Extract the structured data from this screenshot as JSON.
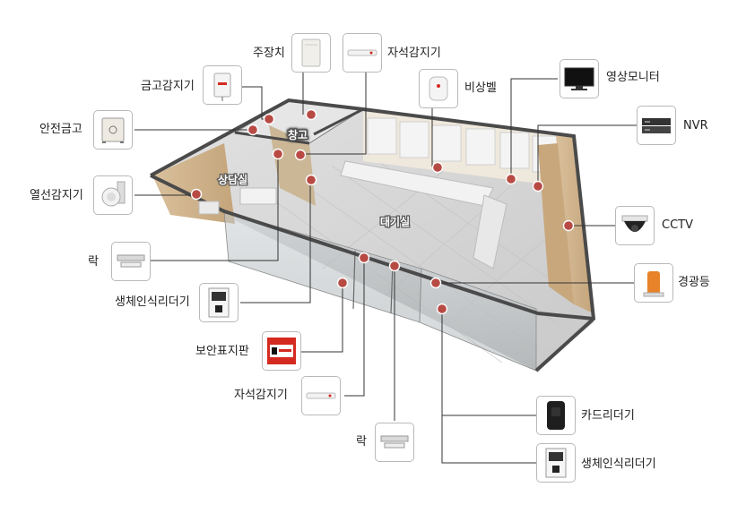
{
  "rooms": {
    "storage": "창고",
    "consult": "상담실",
    "waiting": "대기실"
  },
  "devices": {
    "main_controller": {
      "label": "주장치",
      "icon": "controller-icon"
    },
    "magnet_sensor_top": {
      "label": "자석감지기",
      "icon": "magnet-sensor-icon"
    },
    "safe_sensor": {
      "label": "금고감지기",
      "icon": "safe-sensor-icon"
    },
    "emergency_bell": {
      "label": "비상벨",
      "icon": "emergency-bell-icon"
    },
    "video_monitor": {
      "label": "영상모니터",
      "icon": "monitor-icon"
    },
    "nvr": {
      "label": "NVR",
      "icon": "nvr-icon"
    },
    "safe": {
      "label": "안전금고",
      "icon": "safe-icon"
    },
    "thermal_sensor": {
      "label": "열선감지기",
      "icon": "thermal-sensor-icon"
    },
    "cctv": {
      "label": "CCTV",
      "icon": "dome-camera-icon"
    },
    "lock_left": {
      "label": "락",
      "icon": "lock-icon"
    },
    "warning_light": {
      "label": "경광등",
      "icon": "warning-light-icon"
    },
    "biometric_reader_left": {
      "label": "생체인식리더기",
      "icon": "biometric-reader-icon"
    },
    "security_sign": {
      "label": "보안표지판",
      "icon": "security-sign-icon"
    },
    "magnet_sensor_bottom": {
      "label": "자석감지기",
      "icon": "magnet-sensor-icon"
    },
    "card_reader": {
      "label": "카드리더기",
      "icon": "card-reader-icon"
    },
    "lock_bottom": {
      "label": "락",
      "icon": "lock-icon"
    },
    "biometric_reader_right": {
      "label": "생체인식리더기",
      "icon": "biometric-reader-icon"
    }
  },
  "colors": {
    "marker": "#b84a44",
    "leader_line": "#333333",
    "box_border": "#b9b9b9",
    "wall_wood": "#cdb08a",
    "floor": "#d7d7d7",
    "warning_light": "#e8832a",
    "sign_red": "#d42a20"
  }
}
